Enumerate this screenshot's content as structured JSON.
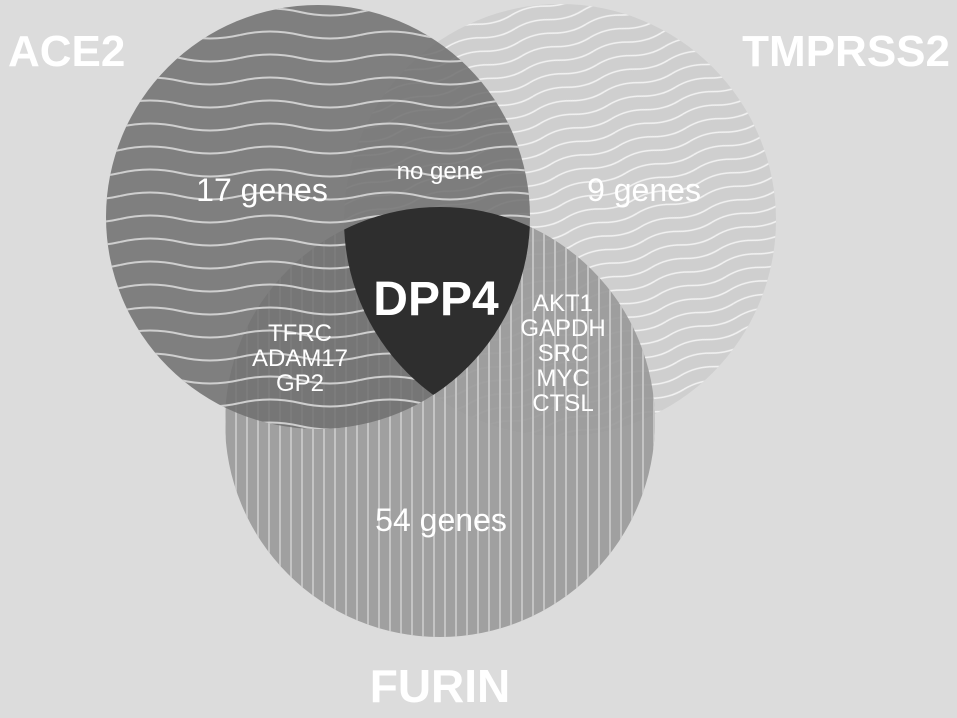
{
  "sets": {
    "ace2": "ACE2",
    "tmprss2": "TMPRSS2",
    "furin": "FURIN"
  },
  "regions": {
    "ace2_only": "17 genes",
    "ace2_tmprss2_only": "no gene",
    "tmprss2_only": "9 genes",
    "all_three": "DPP4",
    "ace2_furin_only": [
      "TFRC",
      "ADAM17",
      "GP2"
    ],
    "tmprss2_furin_only": [
      "AKT1",
      "GAPDH",
      "SRC",
      "MYC",
      "CTSL"
    ],
    "furin_only": "54 genes"
  },
  "colors": {
    "background": "#dcdcdc",
    "ace2_fill": "#828282",
    "tmprss2_fill": "#cfcfcf",
    "furin_fill": "#9a9a9a",
    "center_fill": "#2e2e2e",
    "label_text": "#ffffff"
  }
}
